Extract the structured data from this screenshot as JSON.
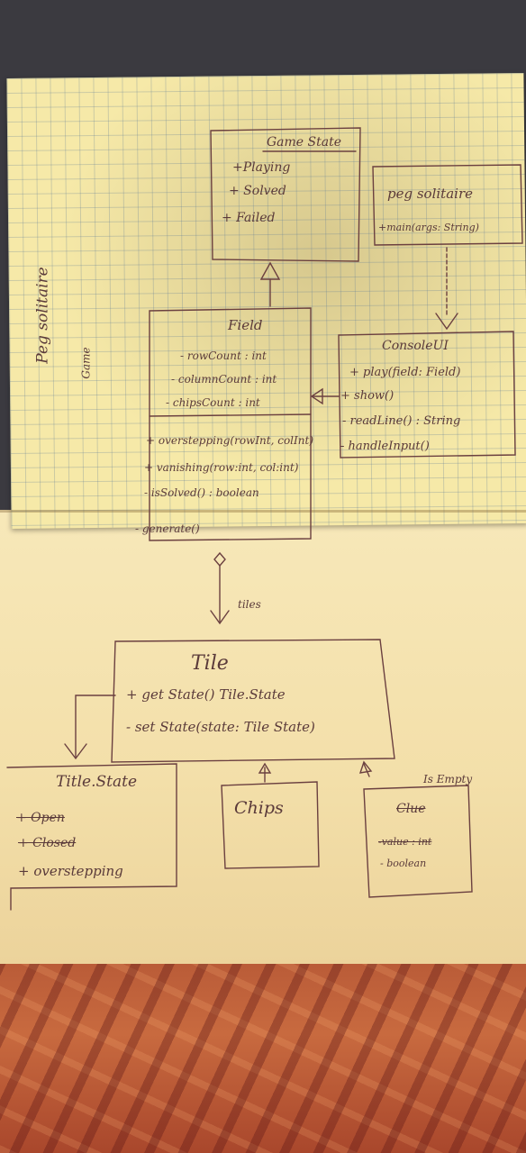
{
  "diagram": {
    "side_labels": {
      "project": "Peg solitaire",
      "package": "Game"
    },
    "game_state": {
      "title": "Game State",
      "items": [
        "+Playing",
        "+ Solved",
        "+ Failed"
      ]
    },
    "peg_solitaire": {
      "title": "peg solitaire",
      "method": "+main(args: String)"
    },
    "field": {
      "title": "Field",
      "attributes": [
        "- rowCount : int",
        "- columnCount : int",
        "- chipsCount : int"
      ],
      "methods": [
        "+ overstepping(rowInt, colInt)",
        "+ vanishing(row:int, col:int)",
        "- isSolved() : boolean",
        "- generate()"
      ]
    },
    "console": {
      "title": "ConsoleUI",
      "methods": [
        "+ play(field: Field)",
        "+ show()",
        "- readLine() : String",
        "- handleInput()"
      ]
    },
    "association_label": "tiles",
    "tile": {
      "title": "Tile",
      "methods": [
        "+ get State() Tile.State",
        "- set State(state: Tile State)"
      ]
    },
    "tile_state": {
      "title": "Title.State",
      "items": [
        "+ Open",
        "+ Closed",
        "+ overstepping"
      ]
    },
    "chips": {
      "title": "Chips"
    },
    "clue": {
      "title": "Clue",
      "label": "Is Empty",
      "items": [
        "-value : int",
        "- boolean"
      ]
    }
  }
}
